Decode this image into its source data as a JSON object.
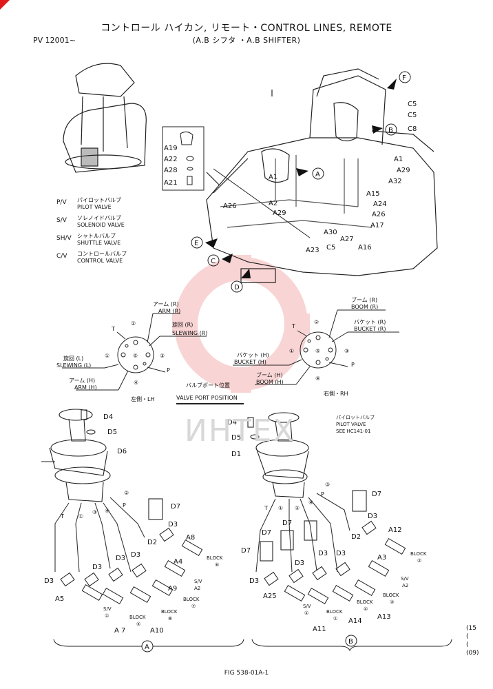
{
  "header": {
    "title": "コントロール ハイカン, リモート・CONTROL LINES, REMOTE",
    "subtitle": "(A.B シフタ ・A.B SHIFTER)",
    "serial": "PV 12001~"
  },
  "legend": [
    {
      "code": "P/V",
      "jp": "パイロットバルブ",
      "en": "PILOT VALVE"
    },
    {
      "code": "S/V",
      "jp": "ソレノイドバルブ",
      "en": "SOLENOID VALVE"
    },
    {
      "code": "SH/V",
      "jp": "シャトルバルブ",
      "en": "SHUTTLE VALVE"
    },
    {
      "code": "C/V",
      "jp": "コントロールバルブ",
      "en": "CONTROL VALVE"
    }
  ],
  "main_labels": {
    "A19": "A19",
    "A22": "A22",
    "A28": "A28",
    "A21": "A21",
    "A1": "A1",
    "A2": "A2",
    "A29": "A29",
    "A26": "A26",
    "A30": "A30",
    "A27": "A27",
    "C5": "C5",
    "A23": "A23",
    "A15": "A15",
    "A24": "A24",
    "A17": "A17",
    "A16": "A16",
    "A32": "A32",
    "C8": "C8",
    "callA": "A",
    "callB": "B",
    "callC": "C",
    "callD": "D",
    "callE": "E",
    "callF": "F"
  },
  "port_left": {
    "arm_r_jp": "アーム (R)",
    "arm_r_en": "ARM (R)",
    "slew_r_jp": "旋回 (R)",
    "slew_r_en": "SLEWING (R)",
    "slew_l_jp": "旋回 (L)",
    "slew_l_en": "SLEWING (L)",
    "arm_h_jp": "アーム (H)",
    "arm_h_en": "ARM (H)",
    "T": "T",
    "P": "P",
    "caption": "左側・LH",
    "n1": "①",
    "n2": "②",
    "n3": "③",
    "n4": "④",
    "n5": "⑤"
  },
  "port_center": {
    "jp": "バルブポート位置",
    "en": "VALVE PORT POSITION"
  },
  "port_right": {
    "boom_r_jp": "ブーム (R)",
    "boom_r_en": "BOOM (R)",
    "bucket_r_jp": "バケット (R)",
    "bucket_r_en": "BUCKET (R)",
    "bucket_h_jp": "バケット (H)",
    "bucket_h_en": "BUCKET (H)",
    "boom_h_jp": "ブーム (H)",
    "boom_h_en": "BOOM (H)",
    "T": "T",
    "P": "P",
    "caption": "右側・RH",
    "n1": "①",
    "n2": "②",
    "n3": "③",
    "n4": "④",
    "n5": "⑤"
  },
  "view_a": {
    "D4": "D4",
    "D5": "D5",
    "D6": "D6",
    "D7": "D7",
    "D3": "D3",
    "D2": "D2",
    "A8": "A8",
    "A4": "A4",
    "A9": "A9",
    "A5": "A5",
    "A7": "A 7",
    "A10": "A10",
    "block": "BLOCK",
    "sv": "S/V",
    "b6": "⑥",
    "a2": "A2",
    "b7": "⑦",
    "b8": "⑧",
    "b5": "⑤",
    "t1": "①",
    "pT": "T",
    "p1": "①",
    "p2": "②",
    "p3": "③",
    "p4": "④",
    "pP": "P",
    "callout": "A"
  },
  "view_b": {
    "pilot_jp": "パイロットバルブ",
    "pilot_en": "PILOT VALVE",
    "see": "SEE HC141-01",
    "D4": "D4",
    "D5": "D5",
    "D1": "D1",
    "D7": "D7",
    "D3": "D3",
    "D2": "D2",
    "A12": "A12",
    "A3": "A3",
    "A25": "A25",
    "A11": "A11",
    "A14": "A14",
    "A13": "A13",
    "block": "BLOCK",
    "sv": "S/V",
    "b2": "②",
    "a2": "A2",
    "b3": "③",
    "b4": "④",
    "b1": "①",
    "t1": "①",
    "pT": "T",
    "p1": "①",
    "p2": "②",
    "p3": "③",
    "p4": "④",
    "pP": "P",
    "callout": "B"
  },
  "watermark": "ИНТЕХ",
  "footer": {
    "fig": "FIG 538-01A-1",
    "side1": "(15",
    "side2": "(",
    "side3": "(",
    "side4": "(09)"
  }
}
